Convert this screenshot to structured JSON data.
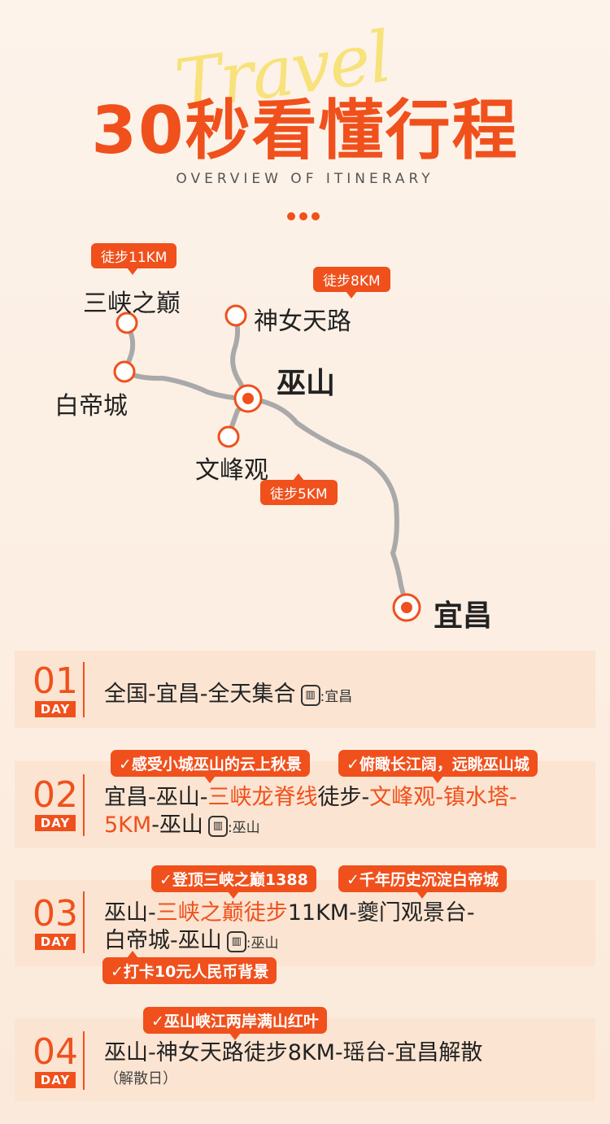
{
  "header": {
    "script_word": "Travel",
    "title": "30秒看懂行程",
    "subtitle": "OVERVIEW OF ITINERARY"
  },
  "map": {
    "places": {
      "sanxia": "三峡之巅",
      "shennv": "神女天路",
      "baidi": "白帝城",
      "wushan": "巫山",
      "wenfeng": "文峰观",
      "yichang": "宜昌"
    },
    "tags": {
      "walk11": "徒步11KM",
      "walk8": "徒步8KM",
      "walk5": "徒步5KM"
    },
    "colors": {
      "accent": "#f0501c",
      "route": "#a9a9a9"
    }
  },
  "days": [
    {
      "num": "01",
      "label": "DAY",
      "route": "全国-宜昌-全天集合",
      "hotel_icon": "hotel-icon",
      "hotel_city": ":宜昌"
    },
    {
      "num": "02",
      "label": "DAY",
      "tags": [
        "✓感受小城巫山的云上秋景",
        "✓俯瞰长江阔，远眺巫山城"
      ],
      "line1": [
        "宜昌-巫山-",
        "三峡龙脊线",
        "徒步-",
        "文峰观-镇水塔-"
      ],
      "line2": [
        "5KM",
        "-巫山"
      ],
      "hotel_city": ":巫山"
    },
    {
      "num": "03",
      "label": "DAY",
      "tags": [
        "✓登顶三峡之巅1388",
        "✓千年历史沉淀白帝城",
        "✓打卡10元人民币背景"
      ],
      "line1": [
        "巫山-",
        "三峡之巅徒步",
        "11KM-夔门观景台-"
      ],
      "line2": "白帝城-巫山",
      "hotel_city": ":巫山"
    },
    {
      "num": "04",
      "label": "DAY",
      "tags": [
        "✓巫山峡江两岸满山红叶"
      ],
      "route": "巫山-神女天路徒步8KM-瑶台-宜昌解散",
      "note": "（解散日）"
    }
  ]
}
